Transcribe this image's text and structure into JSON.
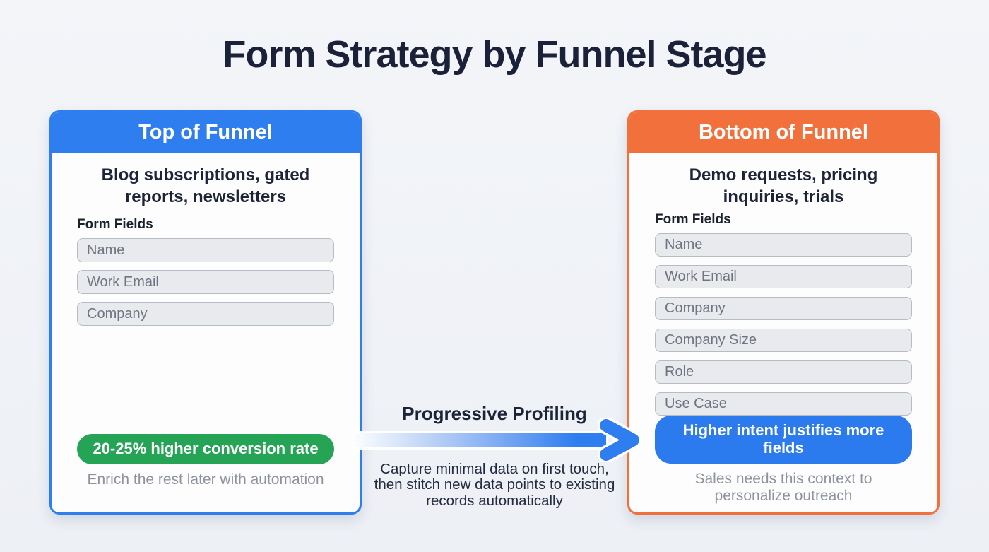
{
  "title": "Form Strategy by Funnel Stage",
  "left_card": {
    "header": "Top of Funnel",
    "subtitle": "Blog subscriptions, gated reports, newsletters",
    "fields_label": "Form Fields",
    "fields": [
      "Name",
      "Work Email",
      "Company"
    ],
    "badge": "20-25% higher conversion rate",
    "caption": "Enrich the rest later with automation"
  },
  "right_card": {
    "header": "Bottom of Funnel",
    "subtitle": "Demo requests, pricing inquiries, trials",
    "fields_label": "Form Fields",
    "fields": [
      "Name",
      "Work Email",
      "Company",
      "Company Size",
      "Role",
      "Use Case"
    ],
    "badge": "Higher intent justifies more fields",
    "caption": "Sales needs this context to personalize outreach"
  },
  "middle": {
    "heading": "Progressive Profiling",
    "description": "Capture minimal data on first touch, then stitch new data points to existing records automatically"
  },
  "colors": {
    "background": "#eff2f6",
    "title_text": "#1a2138",
    "funnel_top_blue": "#2e7ef0",
    "funnel_bottom_orange": "#f2703c",
    "conversion_badge_green": "#25a455",
    "intent_badge_blue": "#2b7bee",
    "input_fill": "#e9eaee",
    "input_border": "#b7bbc3",
    "muted_caption_gray": "#8d939e"
  }
}
